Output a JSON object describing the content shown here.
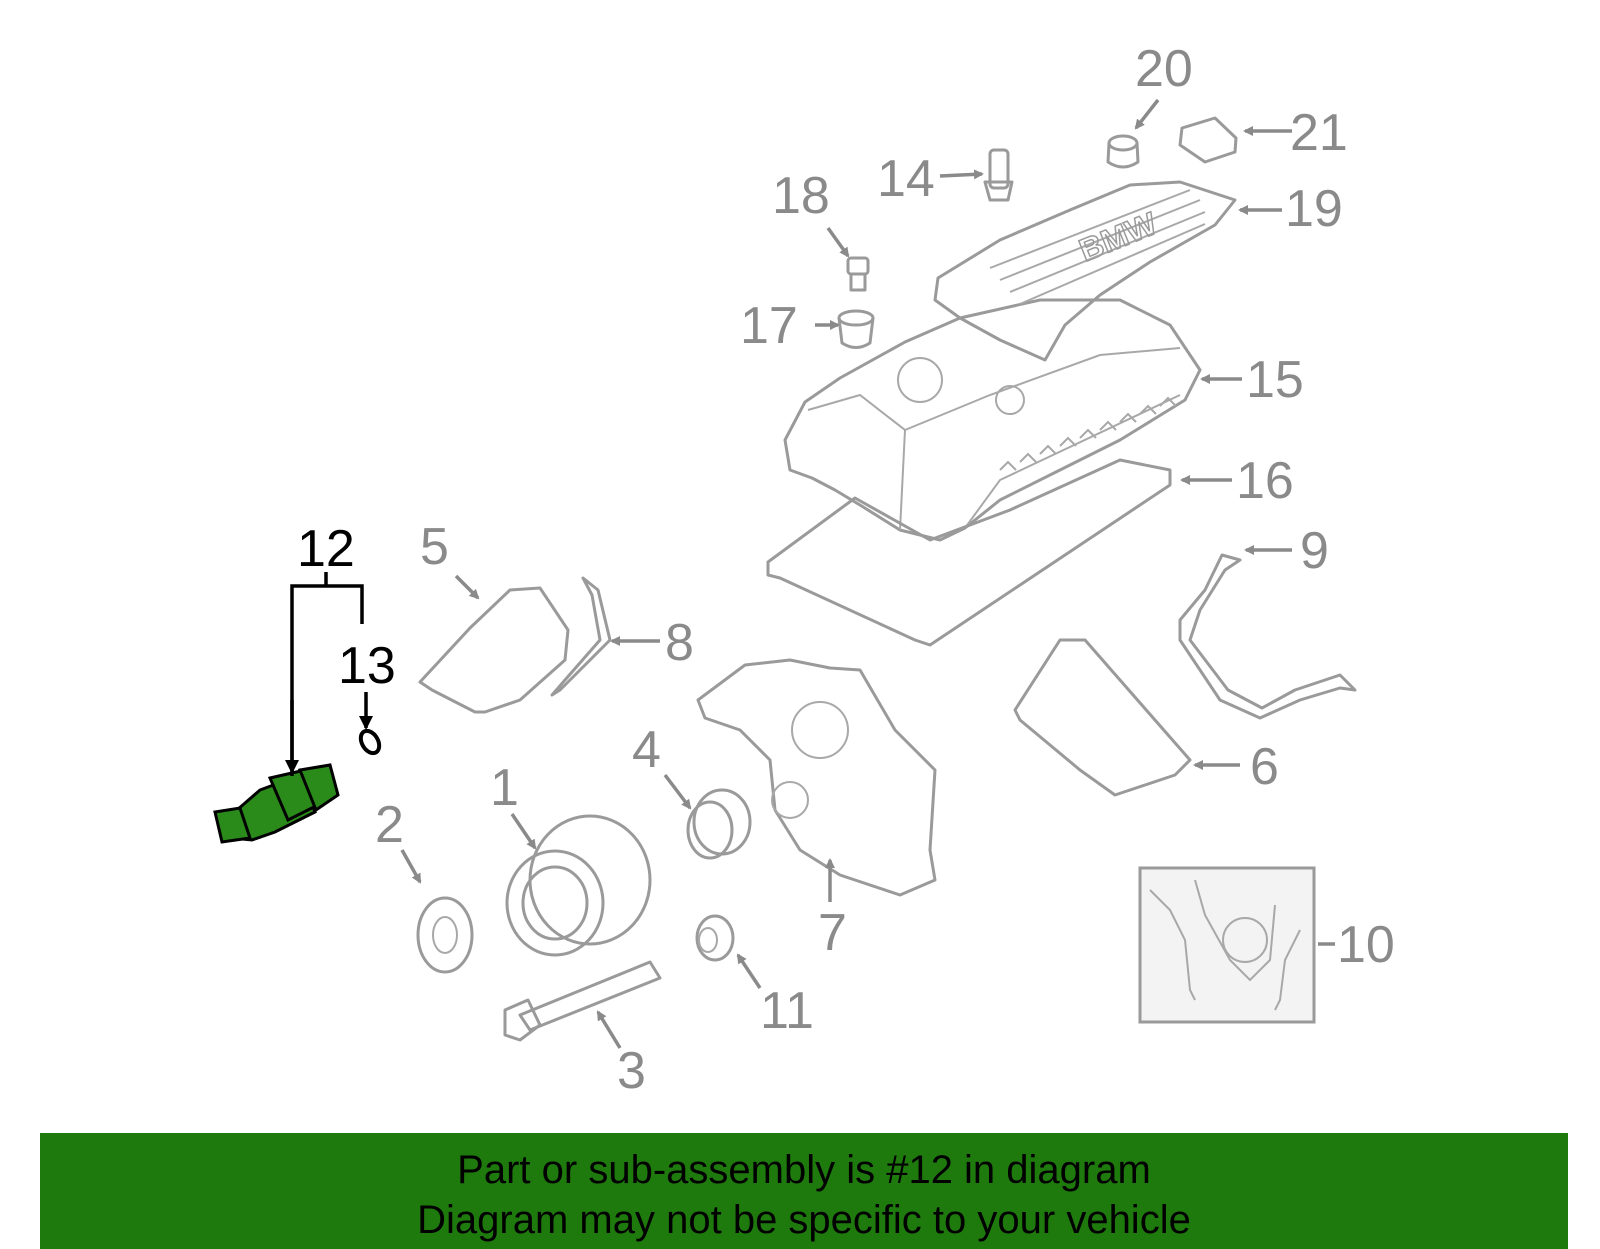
{
  "diagram": {
    "highlighted_part": "12",
    "highlight_color": "#2a8a1a",
    "callouts": {
      "c1": "1",
      "c2": "2",
      "c3": "3",
      "c4": "4",
      "c5": "5",
      "c6": "6",
      "c7": "7",
      "c8": "8",
      "c9": "9",
      "c10": "10",
      "c11": "11",
      "c12": "12",
      "c13": "13",
      "c14": "14",
      "c15": "15",
      "c16": "16",
      "c17": "17",
      "c18": "18",
      "c19": "19",
      "c20": "20",
      "c21": "21"
    },
    "cover_logo_text": "BMW"
  },
  "banner": {
    "line1": "Part or sub-assembly is #12 in diagram",
    "line2": "Diagram may not be specific to your vehicle",
    "background": "#1f7a0e"
  }
}
